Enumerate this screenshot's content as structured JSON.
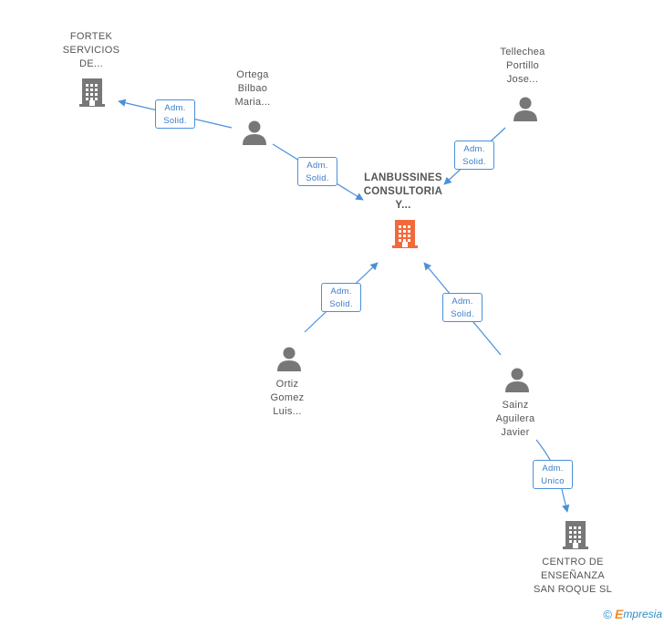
{
  "nodes": {
    "main": {
      "lines": [
        "LANBUSSINES",
        "CONSULTORIA",
        "Y..."
      ],
      "type": "company",
      "color": "#f26a3b",
      "icon": "building-icon"
    },
    "fortek": {
      "lines": [
        "FORTEK",
        "SERVICIOS",
        "DE..."
      ],
      "type": "company",
      "color": "#777777",
      "icon": "building-icon"
    },
    "ortega": {
      "lines": [
        "Ortega",
        "Bilbao",
        "Maria..."
      ],
      "type": "person",
      "color": "#777777",
      "icon": "person-icon"
    },
    "tellechea": {
      "lines": [
        "Tellechea",
        "Portillo",
        "Jose..."
      ],
      "type": "person",
      "color": "#777777",
      "icon": "person-icon"
    },
    "ortiz": {
      "lines": [
        "Ortiz",
        "Gomez",
        "Luis..."
      ],
      "type": "person",
      "color": "#777777",
      "icon": "person-icon"
    },
    "sainz": {
      "lines": [
        "Sainz",
        "Aguilera",
        "Javier"
      ],
      "type": "person",
      "color": "#777777",
      "icon": "person-icon"
    },
    "centro": {
      "lines": [
        "CENTRO DE",
        "ENSEÑANZA",
        "SAN ROQUE SL"
      ],
      "type": "company",
      "color": "#777777",
      "icon": "building-icon"
    }
  },
  "edges": [
    {
      "from": "ortega",
      "to": "fortek",
      "label": [
        "Adm.",
        "Solid."
      ]
    },
    {
      "from": "ortega",
      "to": "main",
      "label": [
        "Adm.",
        "Solid."
      ]
    },
    {
      "from": "tellechea",
      "to": "main",
      "label": [
        "Adm.",
        "Solid."
      ]
    },
    {
      "from": "ortiz",
      "to": "main",
      "label": [
        "Adm.",
        "Solid."
      ]
    },
    {
      "from": "sainz",
      "to": "main",
      "label": [
        "Adm.",
        "Solid."
      ]
    },
    {
      "from": "sainz",
      "to": "centro",
      "label": [
        "Adm.",
        "Unico"
      ]
    }
  ],
  "colors": {
    "edge": "#4a90d9",
    "edge_text": "#3a7cc8",
    "node_text": "#555555"
  },
  "footer": {
    "copyright": "©",
    "brand_first": "E",
    "brand_rest": "mpresia"
  }
}
